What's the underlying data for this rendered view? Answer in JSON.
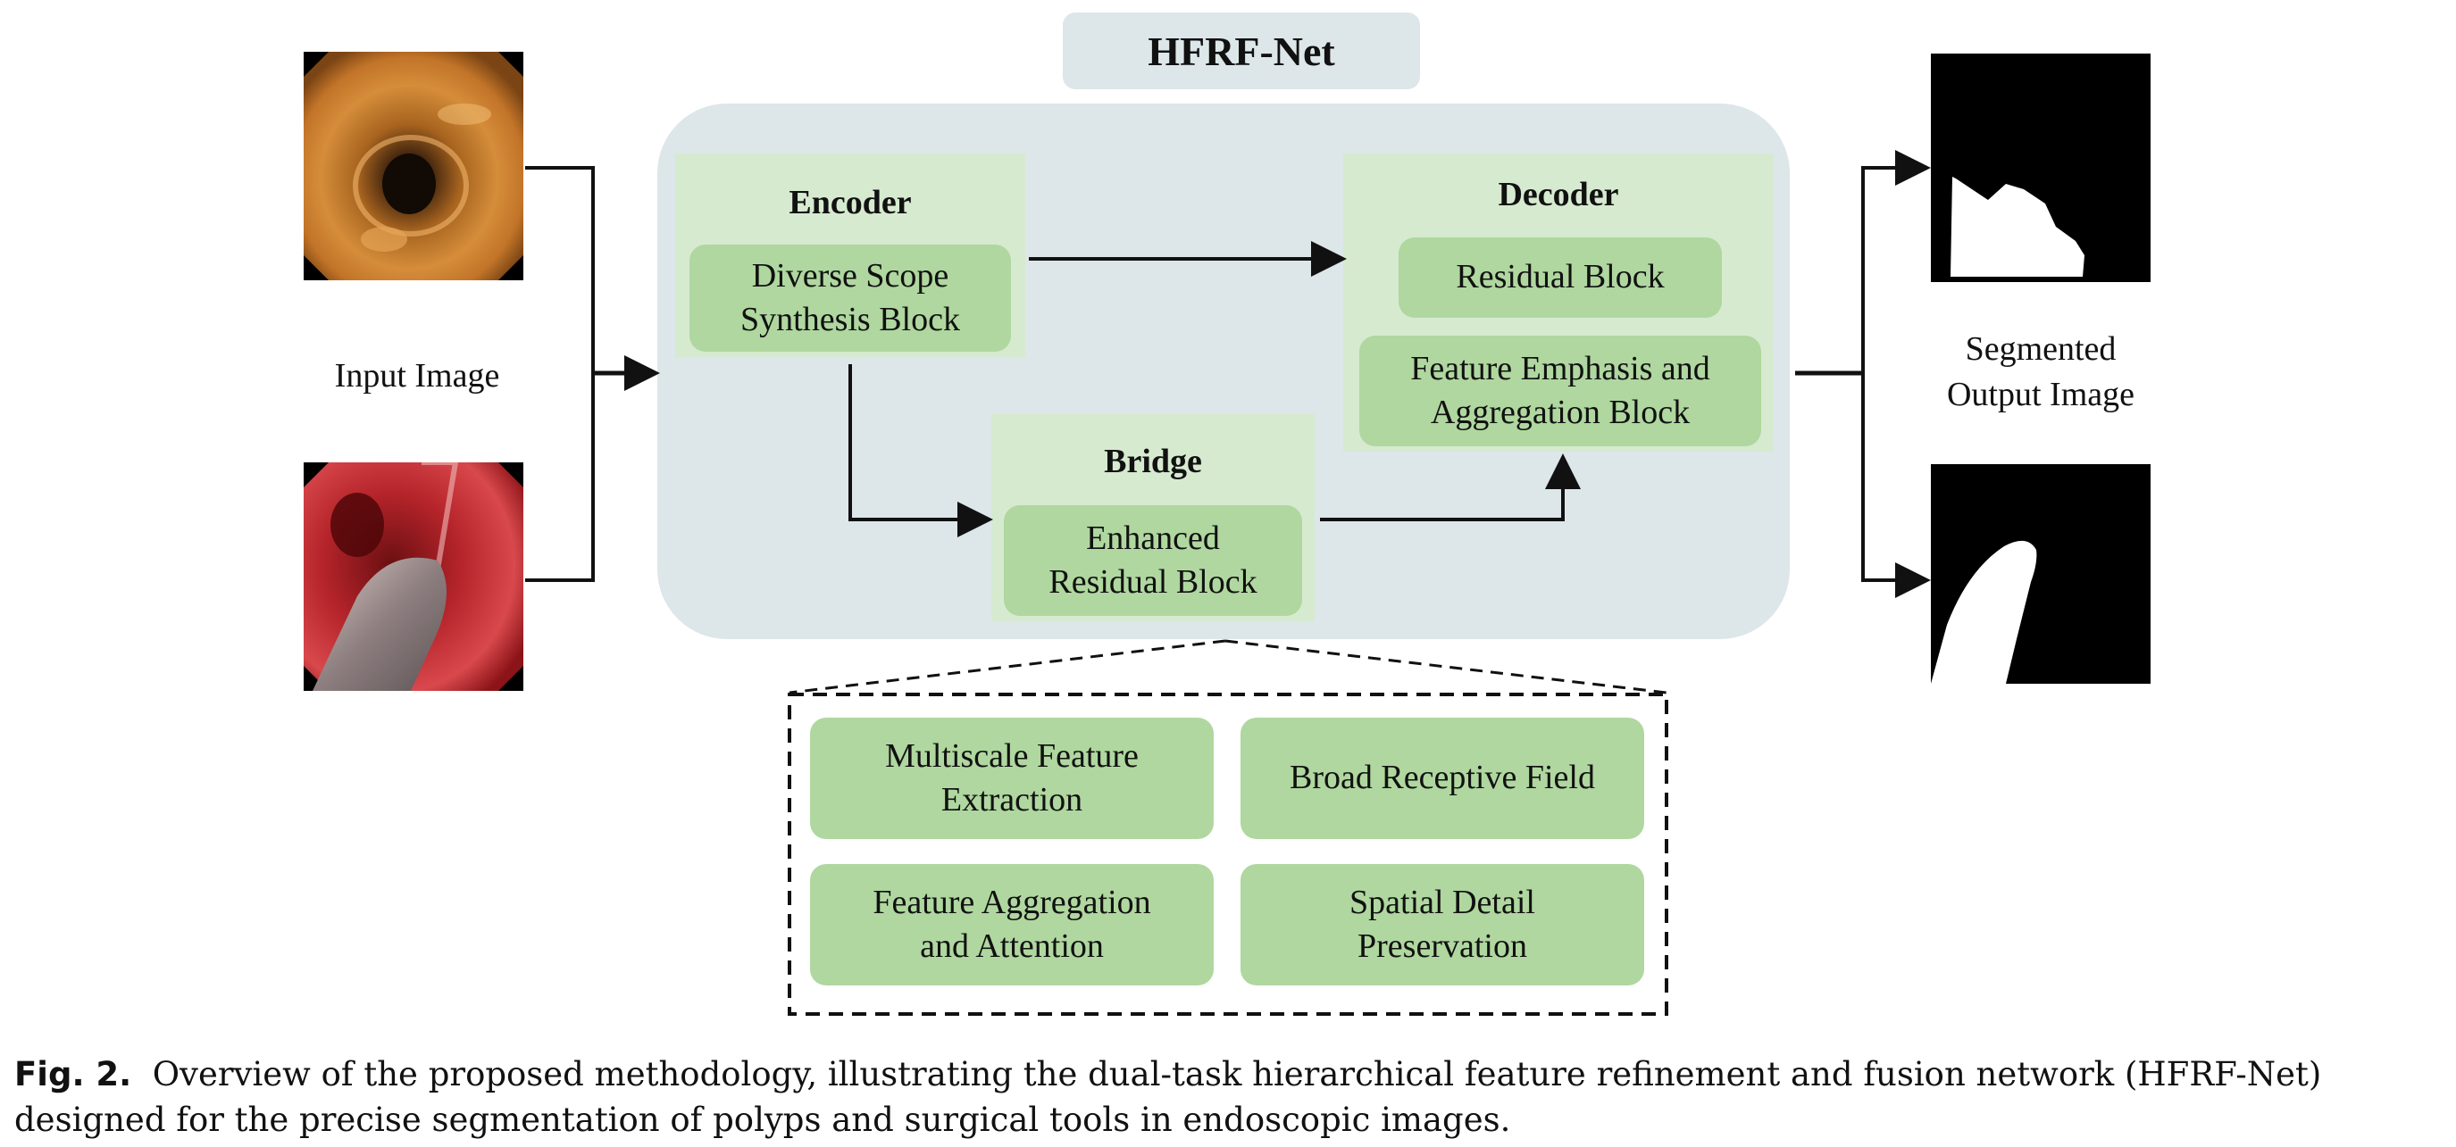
{
  "title": "HFRF-Net",
  "input": {
    "label": "Input Image"
  },
  "output": {
    "label_line1": "Segmented",
    "label_line2": "Output Image"
  },
  "encoder": {
    "heading": "Encoder",
    "block_line1": "Diverse Scope",
    "block_line2": "Synthesis Block"
  },
  "decoder": {
    "heading": "Decoder",
    "block1": "Residual Block",
    "block2_line1": "Feature Emphasis and",
    "block2_line2": "Aggregation Block"
  },
  "bridge": {
    "heading": "Bridge",
    "block_line1": "Enhanced",
    "block_line2": "Residual Block"
  },
  "details": [
    {
      "line1": "Multiscale Feature",
      "line2": "Extraction"
    },
    {
      "line1": "Broad Receptive Field",
      "line2": ""
    },
    {
      "line1": "Feature Aggregation",
      "line2": "and Attention"
    },
    {
      "line1": "Spatial Detail",
      "line2": "Preservation"
    }
  ],
  "caption": {
    "prefix": "Fig. 2.",
    "text": "Overview of the proposed methodology, illustrating the dual-task hierarchical feature refinement and fusion network (HFRF-Net) designed for the precise segmentation of polyps and surgical tools in endoscopic images."
  },
  "colors": {
    "network_background": "#dde6e8",
    "panel": "#d6ead0",
    "block": "#afd79f"
  }
}
